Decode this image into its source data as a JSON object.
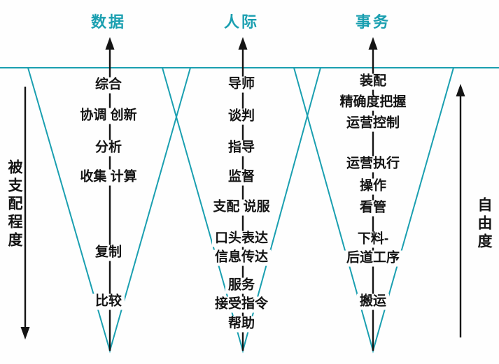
{
  "colors": {
    "accent": "#1a9fb0",
    "text": "#141414"
  },
  "axes": {
    "left": {
      "label": "被支配程度",
      "direction": "down"
    },
    "right": {
      "label": "自由度",
      "direction": "up"
    }
  },
  "columns": [
    {
      "header": "数据",
      "items": [
        "综合",
        "协调 创新",
        "分析",
        "收集 计算",
        "复制",
        "比较"
      ]
    },
    {
      "header": "人际",
      "items": [
        "导师",
        "谈判",
        "指导",
        "监督",
        "支配 说服",
        "口头表达",
        "信息传达",
        "服务",
        "接受指令",
        "帮助"
      ]
    },
    {
      "header": "事务",
      "items": [
        "装配",
        "精确度把握",
        "运营控制",
        "运营执行",
        "操作",
        "看管",
        "下料-",
        "后道工序",
        "搬运"
      ]
    }
  ]
}
